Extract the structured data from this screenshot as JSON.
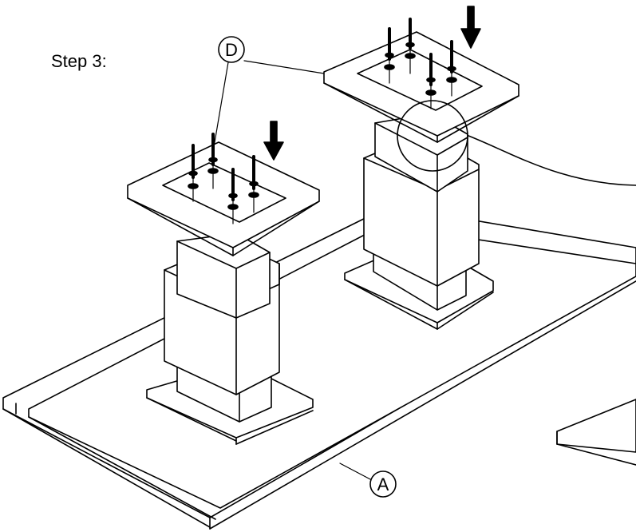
{
  "step": {
    "label": "Step 3:"
  },
  "callouts": {
    "d": "D",
    "a": "A"
  },
  "arrows": {
    "count": 2,
    "direction": "down"
  }
}
